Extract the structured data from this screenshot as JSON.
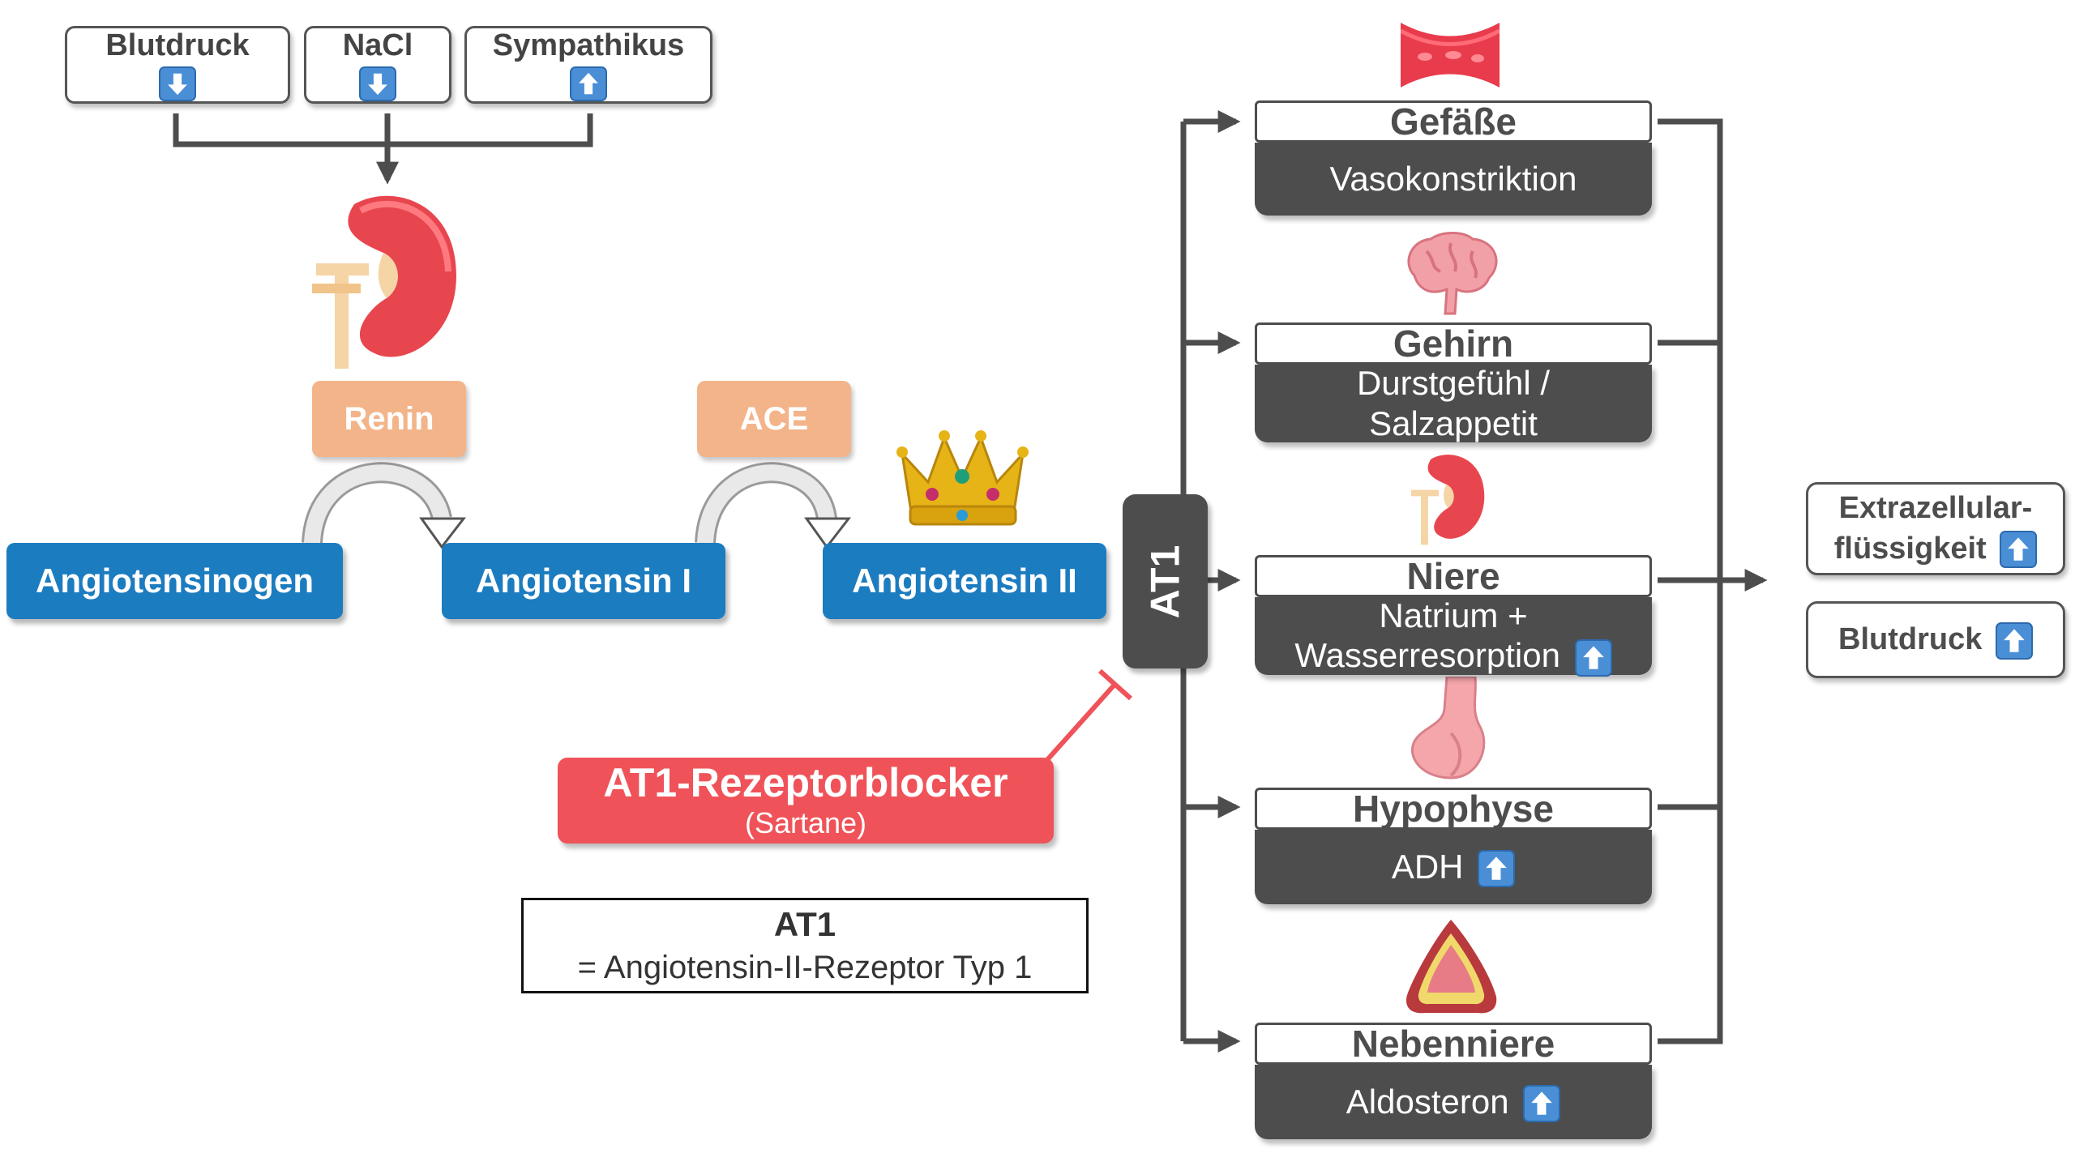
{
  "triggers": {
    "blutdruck": {
      "label": "Blutdruck",
      "arrow": "down-arrow-icon"
    },
    "nacl": {
      "label": "NaCl",
      "arrow": "down-arrow-icon"
    },
    "sympathikus": {
      "label": "Sympathikus",
      "arrow": "up-arrow-icon"
    }
  },
  "enzymes": {
    "renin": "Renin",
    "ace": "ACE"
  },
  "molecules": {
    "angiotensinogen": "Angiotensinogen",
    "angiotensin_1": "Angiotensin I",
    "angiotensin_2": "Angiotensin II"
  },
  "receptor": {
    "label": "AT1"
  },
  "blocker": {
    "title": "AT1-Rezeptorblocker",
    "subtitle": "(Sartane)"
  },
  "note": {
    "title": "AT1",
    "text": "= Angiotensin-II-Rezeptor Typ 1"
  },
  "organs": [
    {
      "name": "Gefäße",
      "effect_lines": [
        "Vasokonstriktion"
      ],
      "icon": "blood-vessel-icon"
    },
    {
      "name": "Gehirn",
      "effect_lines": [
        "Durstgefühl /",
        "Salzappetit"
      ],
      "icon": "brain-icon"
    },
    {
      "name": "Niere",
      "effect_lines": [
        "Natrium +",
        "Wasserresorption"
      ],
      "icon": "kidney-icon"
    },
    {
      "name": "Hypophyse",
      "effect_lines": [
        "ADH"
      ],
      "icon": "pituitary-icon"
    },
    {
      "name": "Nebenniere",
      "effect_lines": [
        "Aldosteron"
      ],
      "icon": "adrenal-gland-icon"
    }
  ],
  "outcomes": [
    {
      "lines": [
        "Extrazellular-",
        "flüssigkeit"
      ],
      "arrow": "up-arrow-icon"
    },
    {
      "lines": [
        "Blutdruck"
      ],
      "arrow": "up-arrow-icon"
    }
  ],
  "colors": {
    "molecule_blue": "#1c7cc0",
    "enzyme_orange": "#f3b48a",
    "blocker_red": "#ef5359",
    "receptor_gray": "#4d4d4d",
    "arrow_badge_blue": "#4a8fd6"
  }
}
